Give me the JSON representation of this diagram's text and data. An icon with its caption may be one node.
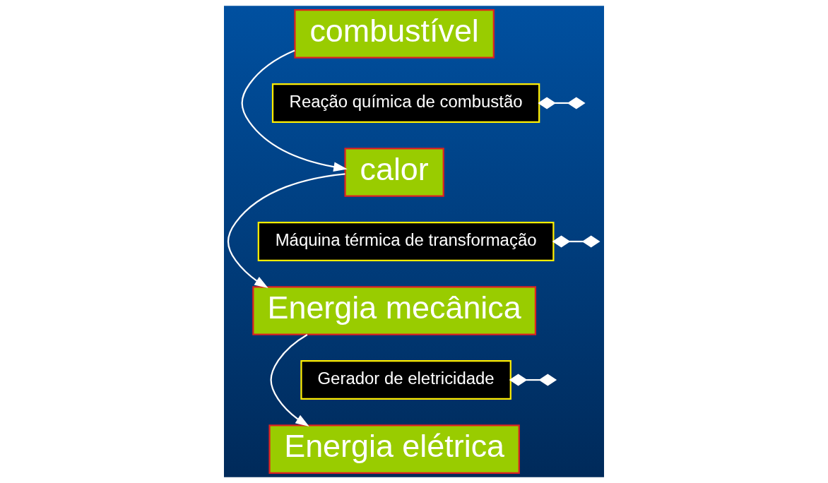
{
  "diagram": {
    "nodes": [
      {
        "text": [
          "combustível"
        ]
      },
      {
        "text": [
          "calor"
        ]
      },
      {
        "text": [
          "Energia mecânica"
        ]
      },
      {
        "text": [
          "Energia elétrica"
        ]
      },
      {
        "text": [
          "Reação química de combustão"
        ]
      },
      {
        "text": [
          "Máquina térmica de transformação"
        ]
      },
      {
        "text": [
          "Gerador de eletricidade"
        ]
      }
    ],
    "edges": [
      {
        "from": 0,
        "to": 1,
        "arrow": "to"
      },
      {
        "from": 1,
        "to": 2,
        "arrow": "to"
      },
      {
        "from": 2,
        "to": 3,
        "arrow": "to"
      },
      {
        "from": 4,
        "to": null,
        "arrow": "other"
      },
      {
        "from": 5,
        "to": null,
        "arrow": "other"
      },
      {
        "from": 6,
        "to": null,
        "arrow": "other"
      }
    ]
  }
}
